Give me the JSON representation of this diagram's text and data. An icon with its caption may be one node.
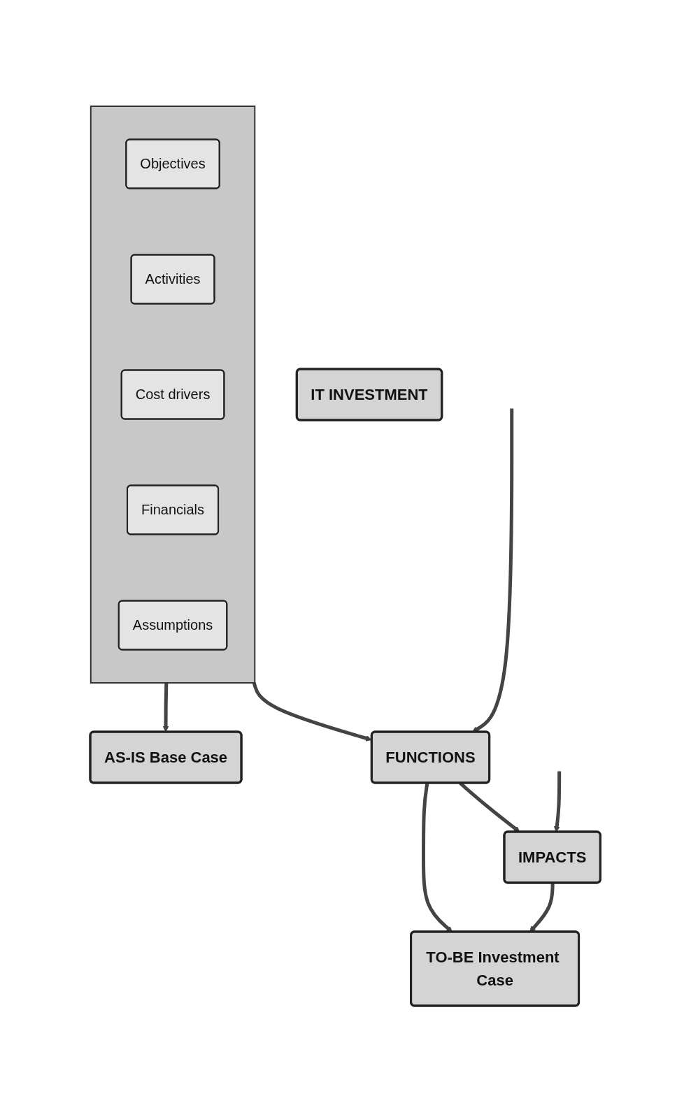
{
  "diagram": {
    "nodes": [
      {
        "text": [
          "IT INVESTMENT"
        ]
      },
      {
        "text": [],
        "shape": "box"
      },
      {
        "text": [
          "Objectives"
        ],
        "in": 1
      },
      {
        "text": [
          "Activities"
        ],
        "in": 1
      },
      {
        "text": [
          "Cost drivers"
        ],
        "in": 1
      },
      {
        "text": [
          "Financials"
        ],
        "in": 1
      },
      {
        "text": [
          "Assumptions"
        ],
        "in": 1
      },
      {
        "text": [
          "FUNCTIONS"
        ]
      },
      {
        "text": [
          "IMPACTS"
        ]
      },
      {
        "text": [
          "AS-IS Base Case"
        ]
      },
      {
        "text": [
          "TO-BE Investment Case"
        ]
      }
    ],
    "edges": [
      {
        "from": 1,
        "to": 7,
        "arrow": "to"
      },
      {
        "from": 1,
        "to": 9,
        "arrow": "to"
      },
      {
        "from": null,
        "to": 7,
        "arrow": "to"
      },
      {
        "from": null,
        "to": 8,
        "arrow": "to"
      },
      {
        "from": 7,
        "to": 8,
        "arrow": "to"
      },
      {
        "from": 7,
        "to": 10,
        "arrow": "to"
      },
      {
        "from": 8,
        "to": 10,
        "arrow": "to"
      }
    ]
  }
}
